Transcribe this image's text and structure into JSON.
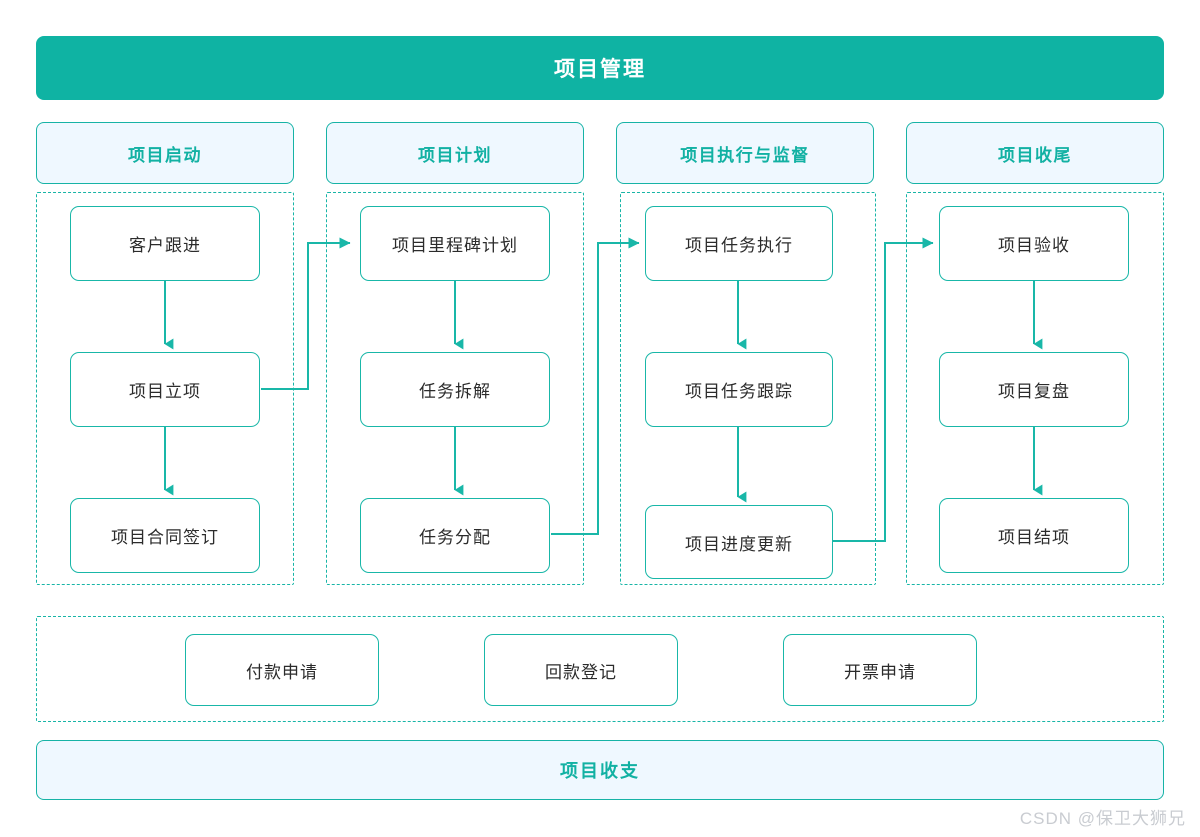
{
  "banner": {
    "title": "项目管理"
  },
  "phases": [
    {
      "id": "initiation",
      "header": "项目启动",
      "nodes": [
        "客户跟进",
        "项目立项",
        "项目合同签订"
      ]
    },
    {
      "id": "planning",
      "header": "项目计划",
      "nodes": [
        "项目里程碑计划",
        "任务拆解",
        "任务分配"
      ]
    },
    {
      "id": "execution",
      "header": "项目执行与监督",
      "nodes": [
        "项目任务执行",
        "项目任务跟踪",
        "项目进度更新"
      ]
    },
    {
      "id": "closing",
      "header": "项目收尾",
      "nodes": [
        "项目验收",
        "项目复盘",
        "项目结项"
      ]
    }
  ],
  "finance": {
    "nodes": [
      "付款申请",
      "回款登记",
      "开票申请"
    ]
  },
  "footer": {
    "label": "项目收支"
  },
  "watermark": {
    "text": "CSDN @保卫大狮兄"
  },
  "colors": {
    "teal": "#0fb3a3",
    "teal_border": "#19b7a8",
    "teal_text": "#12b1a3",
    "panel_fill": "#eff8ff",
    "node_text": "#2b2b2b",
    "watermark": "#c9ccd1"
  }
}
